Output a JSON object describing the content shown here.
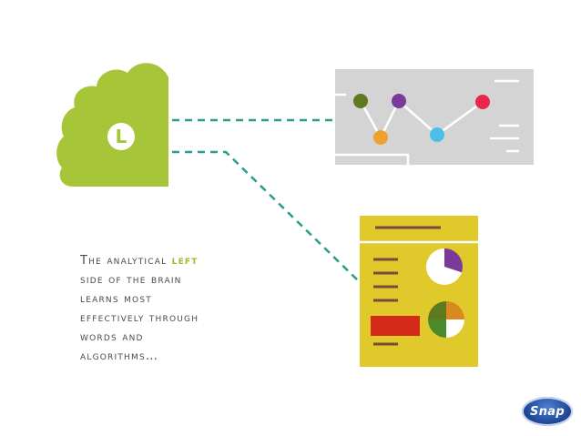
{
  "cloud": {
    "letter": "L",
    "color": "#a6c539"
  },
  "caption": {
    "line1_prefix": "The analytical ",
    "line1_accent": "left",
    "line2": "side of the brain",
    "line3": "learns most",
    "line4": "effectively through",
    "line5": "words and",
    "line6": "algorithms…"
  },
  "colors": {
    "accent": "#9dbb2b",
    "connector": "#2a9d8a",
    "panel_gray": "#d4d4d4",
    "panel_yellow": "#e0c92a",
    "bar_brown": "#7a4a3a",
    "red_block": "#d42a1a"
  },
  "line_chart": {
    "points": [
      {
        "color": "#5e7a1e"
      },
      {
        "color": "#f0a030"
      },
      {
        "color": "#7a3a9a"
      },
      {
        "color": "#4cc0e8"
      },
      {
        "color": "#e8284a"
      }
    ]
  },
  "pie_charts": [
    {
      "slice_fraction": 0.3,
      "slice_color": "#7a3a9a"
    },
    {
      "quadrants": [
        "#5e7a1e",
        "#d88a20",
        "#ffffff",
        "#4a8a2a"
      ]
    }
  ],
  "logo": {
    "text": "Snap"
  }
}
